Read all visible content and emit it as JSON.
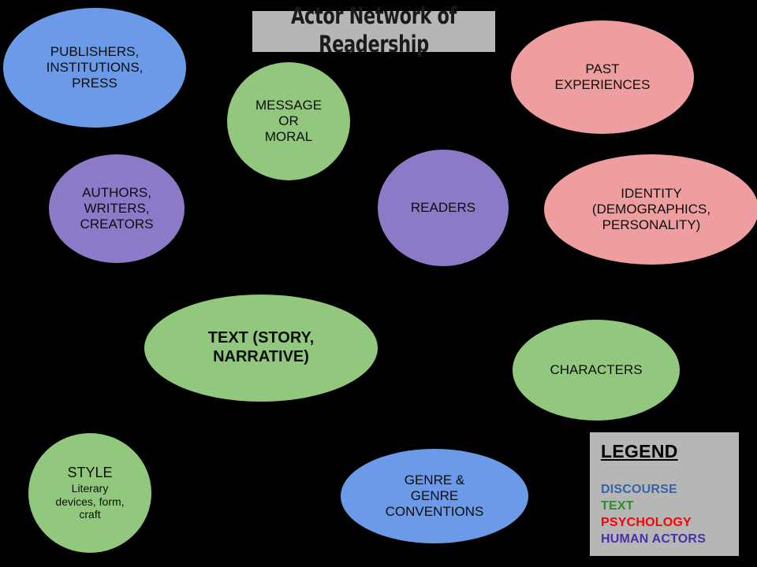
{
  "title": {
    "text": "Actor Network of\nReadership"
  },
  "nodes": [
    {
      "id": "publishers",
      "label": "PUBLISHERS,\nINSTITUTIONS,\nPRESS",
      "category": "DISCOURSE",
      "color": "#6b9be8"
    },
    {
      "id": "message",
      "label": "MESSAGE\nOR\nMORAL",
      "category": "TEXT",
      "color": "#92c87d"
    },
    {
      "id": "past",
      "label": "PAST\nEXPERIENCES",
      "category": "PSYCHOLOGY",
      "color": "#ee9e9e"
    },
    {
      "id": "authors",
      "label": "AUTHORS,\nWRITERS,\nCREATORS",
      "category": "HUMAN ACTORS",
      "color": "#8c79c8"
    },
    {
      "id": "readers",
      "label": "READERS",
      "category": "HUMAN ACTORS",
      "color": "#8c79c8"
    },
    {
      "id": "identity",
      "label": "IDENTITY\n(DEMOGRAPHICS,\nPERSONALITY)",
      "category": "PSYCHOLOGY",
      "color": "#ee9e9e"
    },
    {
      "id": "text",
      "label": "TEXT (STORY,\nNARRATIVE)",
      "category": "TEXT",
      "color": "#92c87d"
    },
    {
      "id": "characters",
      "label": "CHARACTERS",
      "category": "TEXT",
      "color": "#92c87d"
    },
    {
      "id": "style",
      "label": "STYLE",
      "sublabel": "Literary\ndevices, form,\ncraft",
      "category": "TEXT",
      "color": "#92c87d"
    },
    {
      "id": "genre",
      "label": "GENRE &\nGENRE\nCONVENTIONS",
      "category": "DISCOURSE",
      "color": "#6b9be8"
    }
  ],
  "legend": {
    "title": "LEGEND",
    "items": [
      {
        "label": "DISCOURSE",
        "color": "#3465a4"
      },
      {
        "label": "TEXT",
        "color": "#2e8b2e"
      },
      {
        "label": "PSYCHOLOGY",
        "color": "#ff0000"
      },
      {
        "label": "HUMAN ACTORS",
        "color": "#4b2fa8"
      }
    ]
  }
}
